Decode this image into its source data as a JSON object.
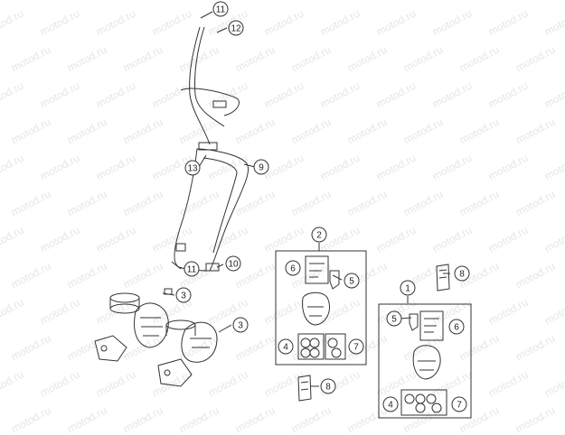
{
  "watermark": "motod.ru",
  "callouts": {
    "c11a": "11",
    "c12": "12",
    "c9": "9",
    "c13": "13",
    "c11b": "11",
    "c10": "10",
    "c3a": "3",
    "c3b": "3",
    "c2": "2",
    "c6a": "6",
    "c5a": "5",
    "c4a": "4",
    "c7a": "7",
    "c8a": "8",
    "c1": "1",
    "c5b": "5",
    "c6b": "6",
    "c4b": "4",
    "c7b": "7",
    "c8b": "8"
  },
  "colors": {
    "line": "#333333",
    "fill": "#ffffff",
    "watermark": "#e6e6e6"
  }
}
